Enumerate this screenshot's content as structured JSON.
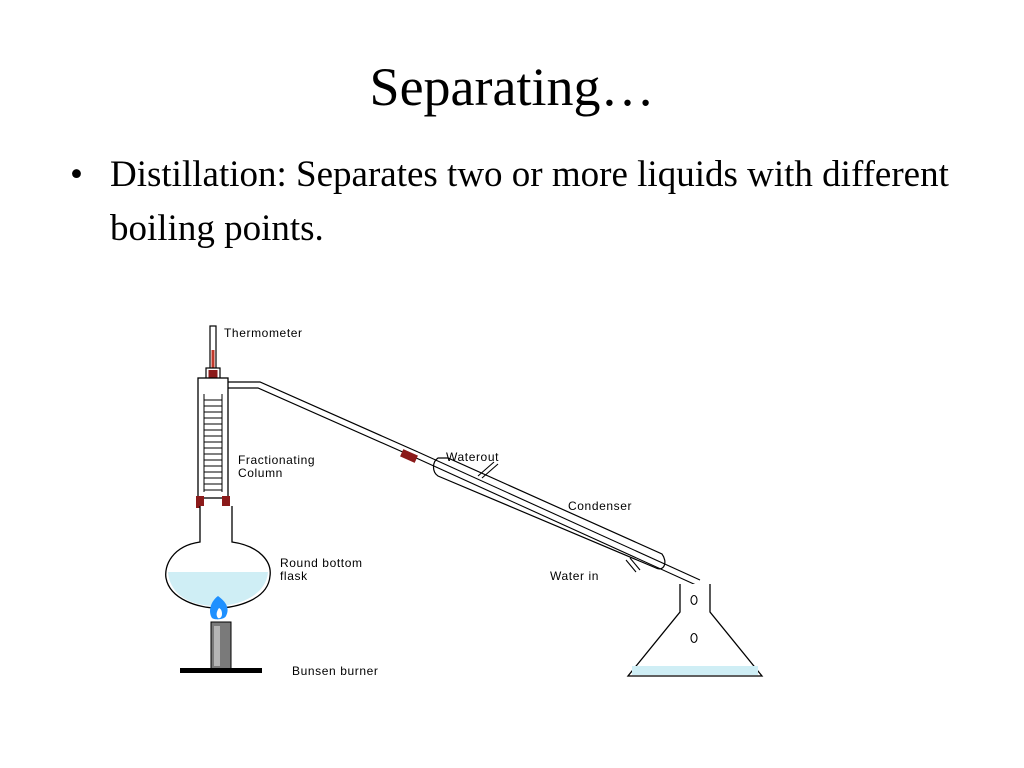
{
  "slide": {
    "title": "Separating…",
    "bullets": [
      {
        "marker": "•",
        "text": "Distillation:  Separates two or more liquids with different boiling points."
      }
    ]
  },
  "diagram": {
    "labels": {
      "thermometer": "Thermometer",
      "fractionating_line1": "Fractionating",
      "fractionating_line2": "Column",
      "water_out": "Waterout",
      "condenser": "Condenser",
      "round_flask_line1": "Round bottom",
      "round_flask_line2": "flask",
      "water_in": "Water in",
      "bunsen_burner": "Bunsen burner"
    },
    "colors": {
      "liquid": "#cfeef5",
      "stopper": "#8b1a1a",
      "mercury": "#c0392b",
      "flame": "#1e90ff",
      "burner": "#7a7a7a"
    }
  }
}
